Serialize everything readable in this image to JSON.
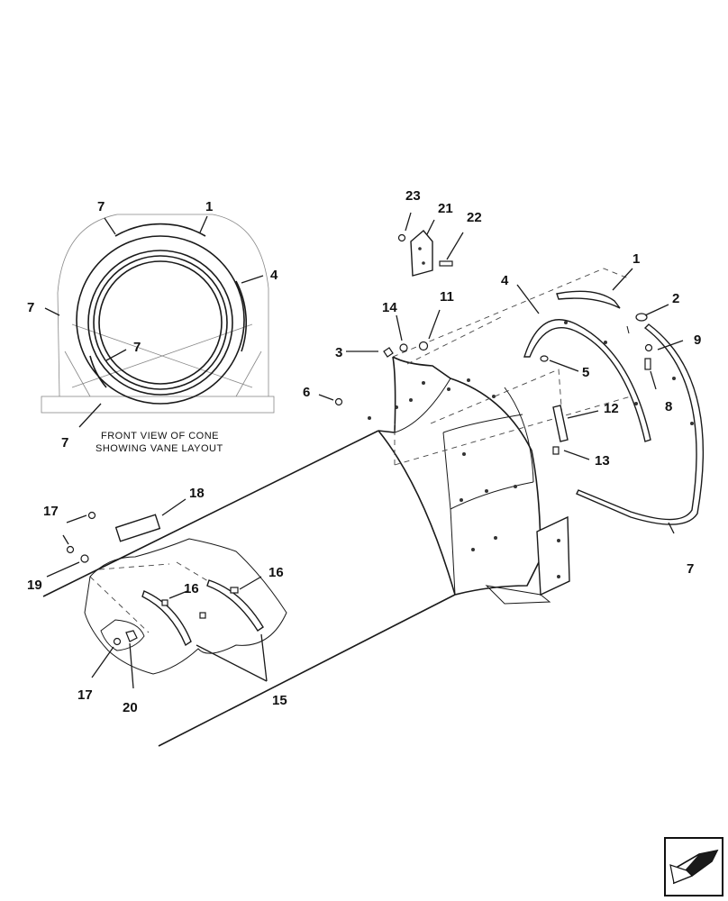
{
  "inset": {
    "caption_line1": "FRONT VIEW OF CONE",
    "caption_line2": "SHOWING VANE LAYOUT",
    "callouts": {
      "a": "7",
      "b": "1",
      "c": "4",
      "d": "7",
      "e": "7",
      "f": "7"
    }
  },
  "callouts": {
    "p1": "1",
    "p2": "2",
    "p3": "3",
    "p4": "4",
    "p5": "5",
    "p6": "6",
    "p7": "7",
    "p8": "8",
    "p9": "9",
    "p11": "11",
    "p12": "12",
    "p13": "13",
    "p14": "14",
    "p15": "15",
    "p16a": "16",
    "p16b": "16",
    "p17a": "17",
    "p17b": "17",
    "p18": "18",
    "p19": "19",
    "p20": "20",
    "p21": "21",
    "p22": "22",
    "p23": "23"
  },
  "nav": {
    "icon": "next-page-arrow-icon"
  }
}
